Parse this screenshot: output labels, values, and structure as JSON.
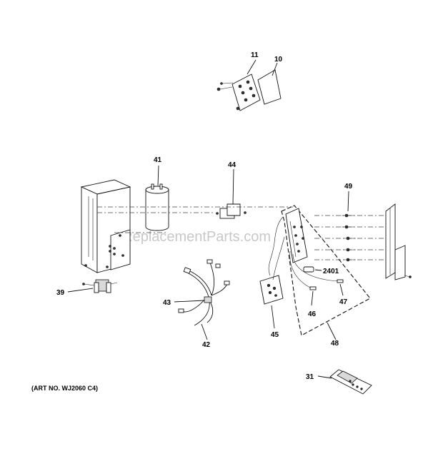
{
  "callouts": {
    "c11": "11",
    "c10": "10",
    "c41": "41",
    "c44": "44",
    "c49": "49",
    "c2401": "2401",
    "c39": "39",
    "c43": "43",
    "c42": "42",
    "c45": "45",
    "c46": "46",
    "c47": "47",
    "c48": "48",
    "c31": "31"
  },
  "art_number": "(ART NO. WJ2060 C4)",
  "watermark": "eReplacementParts.com"
}
